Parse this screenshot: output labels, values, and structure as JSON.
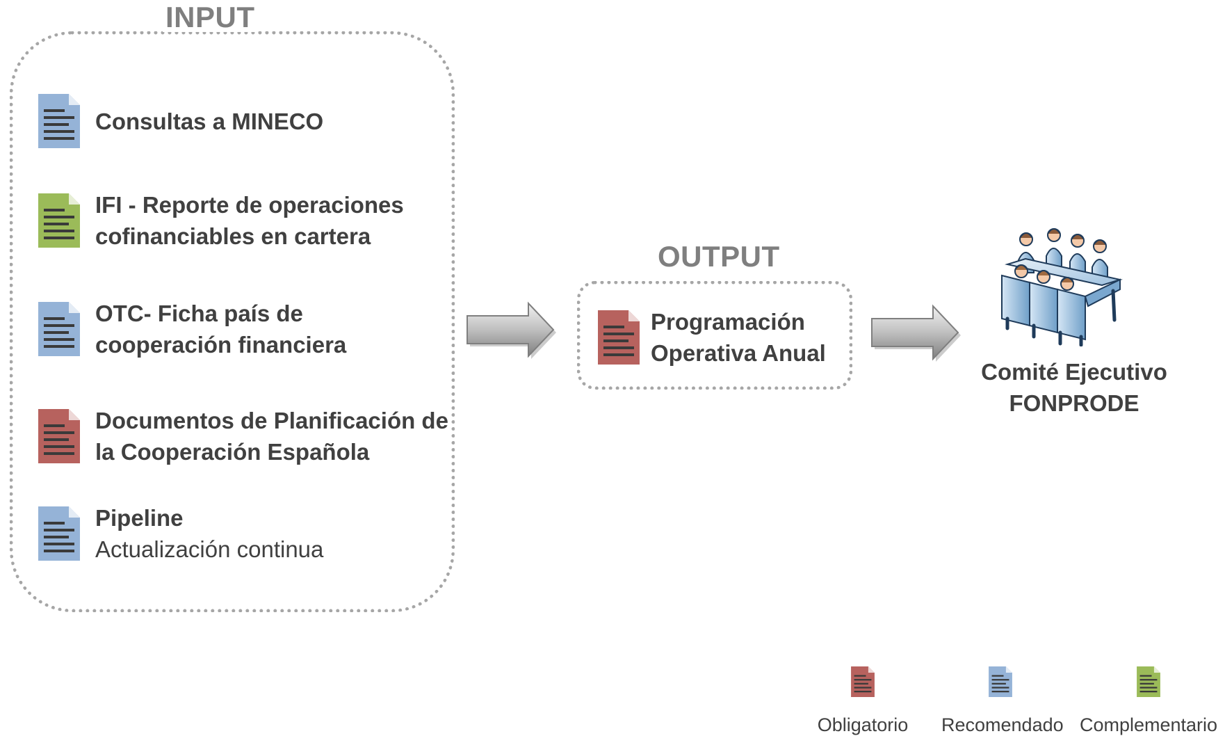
{
  "input": {
    "title": "INPUT",
    "items": [
      {
        "category": "recomendado",
        "color": "#95b3d7",
        "line1": "Consultas a MINECO",
        "line2": ""
      },
      {
        "category": "complementario",
        "color": "#9bbb59",
        "line1": "IFI - Reporte de operaciones",
        "line2": "cofinanciables  en cartera"
      },
      {
        "category": "recomendado",
        "color": "#95b3d7",
        "line1": "OTC- Ficha país de",
        "line2": "cooperación financiera"
      },
      {
        "category": "obligatorio",
        "color": "#b7625e",
        "line1": "Documentos de Planificación de",
        "line2": "la Cooperación Española"
      },
      {
        "category": "recomendado",
        "color": "#95b3d7",
        "line1": "Pipeline",
        "line2": "Actualización continua"
      }
    ]
  },
  "output": {
    "title": "OUTPUT",
    "item": {
      "category": "obligatorio",
      "color": "#b7625e",
      "line1": "Programación",
      "line2": "Operativa Anual"
    }
  },
  "committee": {
    "icon": "meeting-table-icon",
    "line1": "Comité Ejecutivo",
    "line2": "FONPRODE"
  },
  "legend": [
    {
      "label": "Obligatorio",
      "color": "#b7625e"
    },
    {
      "label": "Recomendado",
      "color": "#95b3d7"
    },
    {
      "label": "Complementario",
      "color": "#9bbb59"
    }
  ]
}
